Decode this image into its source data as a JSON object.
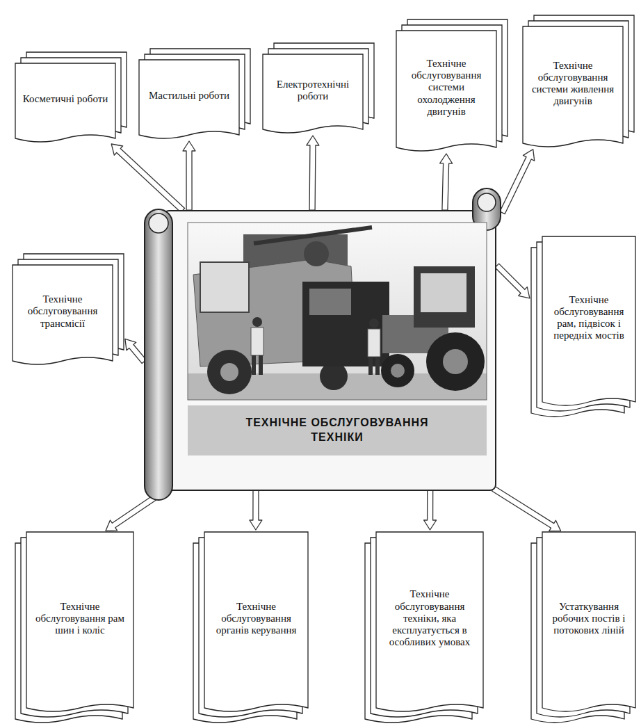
{
  "diagram": {
    "nodes": [
      {
        "text": [
          "ТЕХНІЧНЕ ОБСЛУГОВУВАННЯ ТЕХНІКИ"
        ]
      },
      {
        "text": [
          "Косметичні роботи"
        ]
      },
      {
        "text": [
          "Мастильні роботи"
        ]
      },
      {
        "text": [
          "Електротехнічні роботи"
        ]
      },
      {
        "text": [
          "Технічне обслуговування системи охолодження двигунів"
        ]
      },
      {
        "text": [
          "Технічне обслуговування системи живлення двигунів"
        ]
      },
      {
        "text": [
          "Технічне обслуговування трансмісії"
        ]
      },
      {
        "text": [
          "Технічне обслуговування рам, підвісок і передніх мостів"
        ]
      },
      {
        "text": [
          "Технічне обслуговування рам шин і коліс"
        ]
      },
      {
        "text": [
          "Технічне обслуговування органів керування"
        ]
      },
      {
        "text": [
          "Технічне обслуговування техніки, яка експлуатується в особливих умовах"
        ]
      },
      {
        "text": [
          "Устаткування робочих постів і потокових ліній"
        ]
      }
    ],
    "edges": [
      {
        "from": 0,
        "to": 1,
        "arrow": "to"
      },
      {
        "from": 0,
        "to": 2,
        "arrow": "to"
      },
      {
        "from": 0,
        "to": 3,
        "arrow": "to"
      },
      {
        "from": 0,
        "to": 4,
        "arrow": "to"
      },
      {
        "from": 0,
        "to": 5,
        "arrow": "to"
      },
      {
        "from": 0,
        "to": 6,
        "arrow": "to"
      },
      {
        "from": 0,
        "to": 7,
        "arrow": "to"
      },
      {
        "from": 0,
        "to": 8,
        "arrow": "to"
      },
      {
        "from": 0,
        "to": 9,
        "arrow": "to"
      },
      {
        "from": 0,
        "to": 10,
        "arrow": "to"
      },
      {
        "from": 0,
        "to": 11,
        "arrow": "to"
      }
    ]
  }
}
